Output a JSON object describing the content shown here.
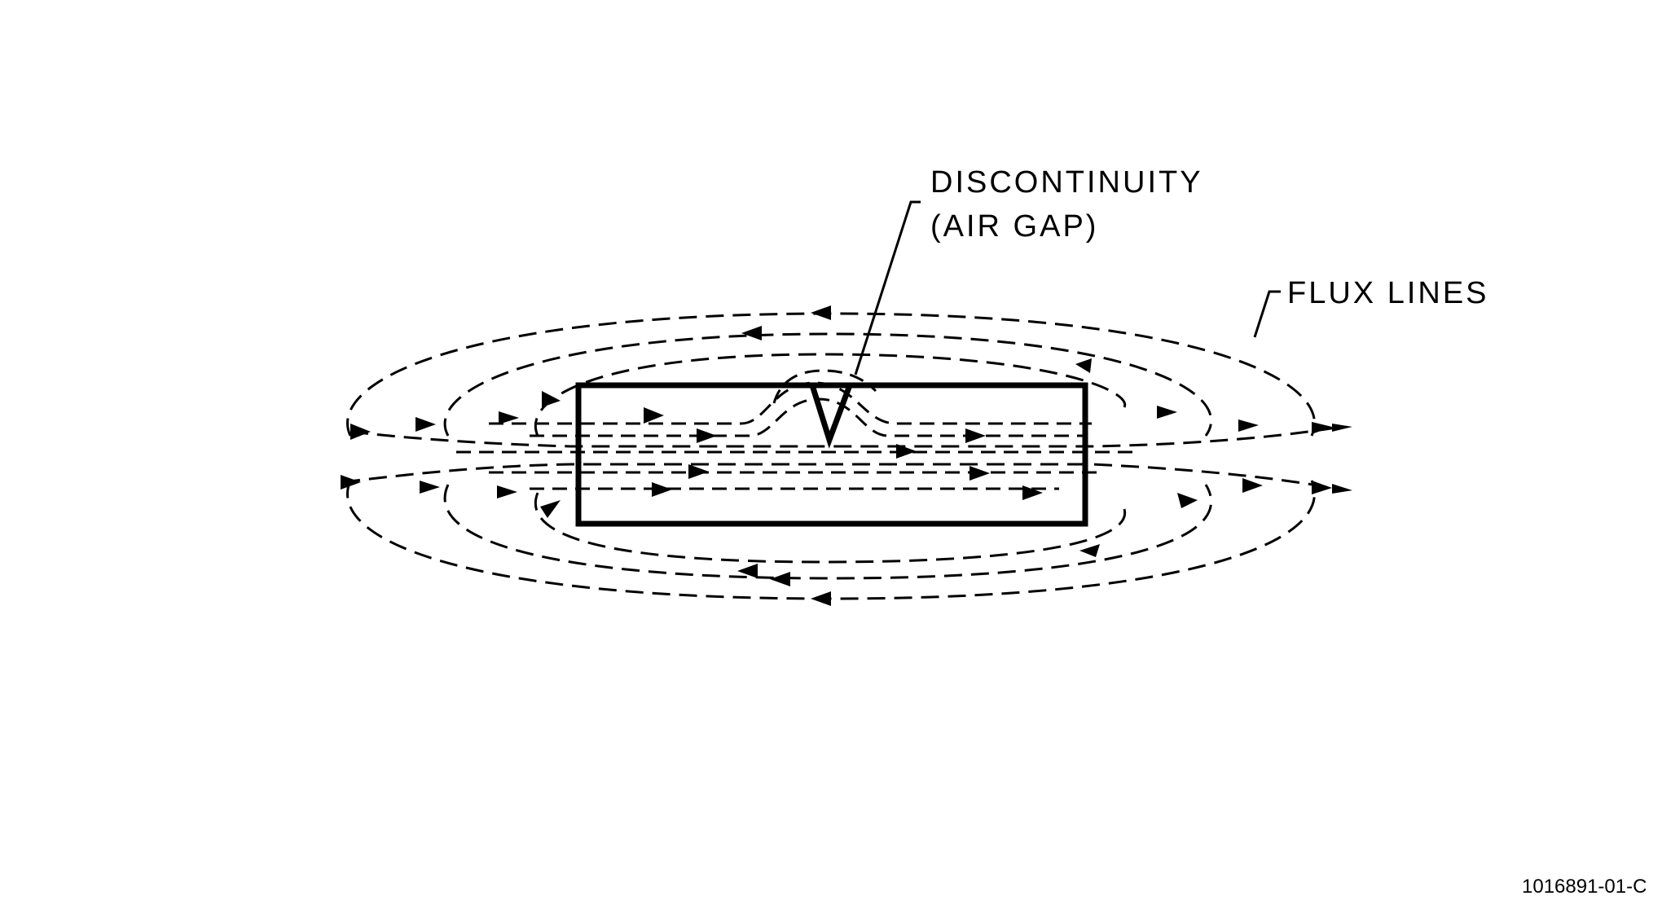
{
  "labels": {
    "discontinuity_line1": "DISCONTINUITY",
    "discontinuity_line2": "(AIR GAP)",
    "flux_lines": "FLUX LINES",
    "figure_id": "1016891-01-C"
  }
}
